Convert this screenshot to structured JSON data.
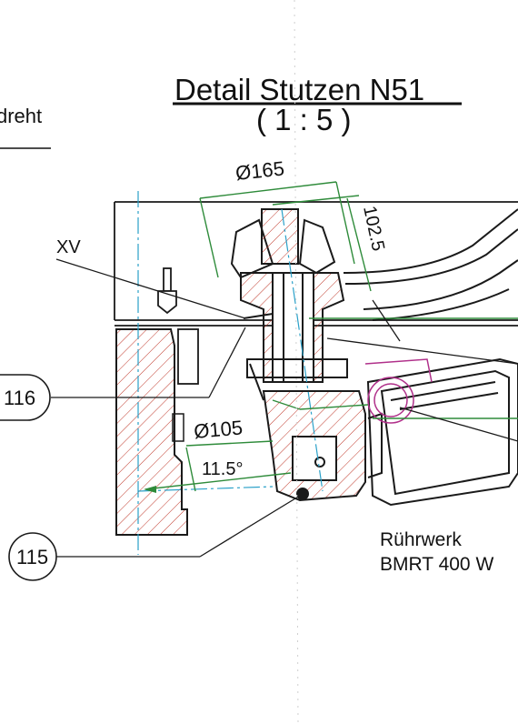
{
  "title": "Detail Stutzen N51",
  "scale": "( 1 : 5 )",
  "left_fragment": "dreht",
  "labels": {
    "xv": "XV",
    "d165": "Ø165",
    "dim_102": "102.5",
    "d105": "Ø105",
    "angle": "11.5°",
    "ruehrwerk": "Rührwerk",
    "bmrt": "BMRT 400 W"
  },
  "balloons": {
    "b116": "116",
    "b115": "115"
  },
  "colors": {
    "ink": "#1a1a1a",
    "dimension": "#2e8b3a",
    "centerline": "#2aa0c8",
    "hatch": "#c0392b",
    "highlight": "#b0308a"
  }
}
